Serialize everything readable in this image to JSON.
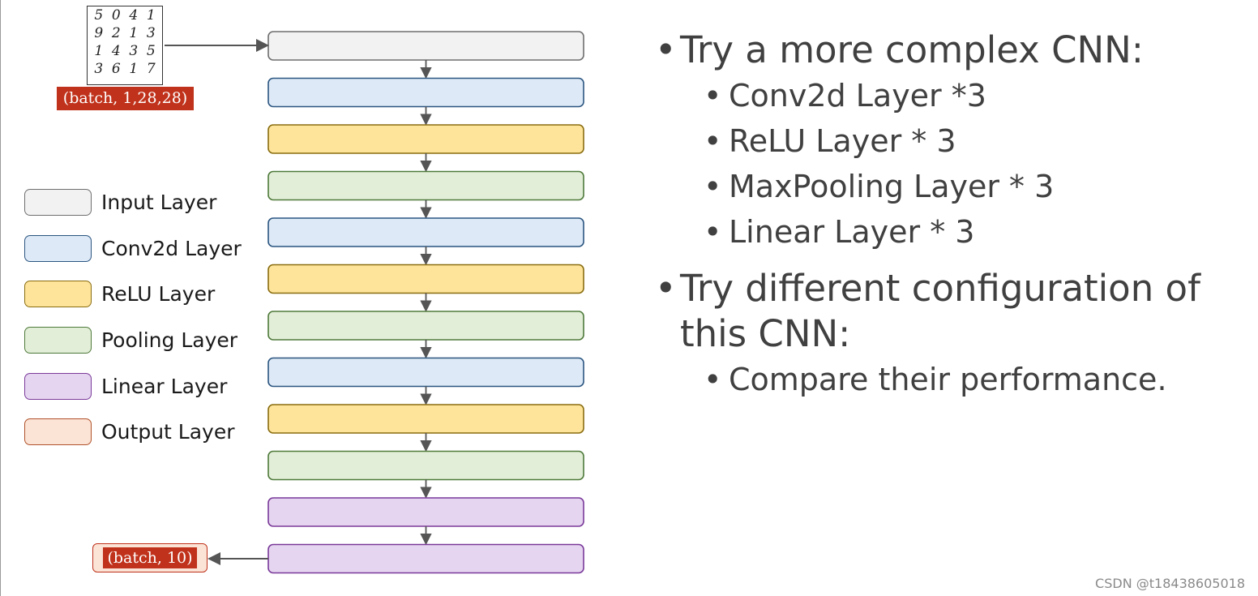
{
  "input_tag": "(batch, 1,28,28)",
  "output_tag": "(batch, 10)",
  "mnist_digits": [
    [
      "5",
      "0",
      "4",
      "1"
    ],
    [
      "9",
      "2",
      "1",
      "3"
    ],
    [
      "1",
      "4",
      "3",
      "5"
    ],
    [
      "3",
      "6",
      "1",
      "7"
    ]
  ],
  "colors": {
    "input": {
      "fill": "#f2f2f2",
      "stroke": "#6e6e6e"
    },
    "conv": {
      "fill": "#dde9f6",
      "stroke": "#2b5580"
    },
    "relu": {
      "fill": "#fde49a",
      "stroke": "#8a6d10"
    },
    "pool": {
      "fill": "#e2eed8",
      "stroke": "#4f7a3a"
    },
    "linear": {
      "fill": "#e6d5f0",
      "stroke": "#7a3a9a"
    },
    "output": {
      "fill": "#fbe3d6",
      "stroke": "#b0522a"
    },
    "tag": "#c0321b",
    "bullet_text": "#404040"
  },
  "layer_stack": [
    "input",
    "conv",
    "relu",
    "pool",
    "conv",
    "relu",
    "pool",
    "conv",
    "relu",
    "pool",
    "linear",
    "linear"
  ],
  "legend": [
    {
      "key": "input",
      "label": "Input Layer"
    },
    {
      "key": "conv",
      "label": "Conv2d Layer"
    },
    {
      "key": "relu",
      "label": "ReLU Layer"
    },
    {
      "key": "pool",
      "label": "Pooling Layer"
    },
    {
      "key": "linear",
      "label": "Linear Layer"
    },
    {
      "key": "output",
      "label": "Output Layer"
    }
  ],
  "bullets": [
    {
      "text": "Try a more complex CNN:",
      "sub": [
        "Conv2d Layer *3",
        "ReLU Layer * 3",
        "MaxPooling Layer * 3",
        "Linear Layer * 3"
      ]
    },
    {
      "text": "Try different configuration of",
      "text2": "this CNN:",
      "sub": [
        "Compare their performance."
      ]
    }
  ],
  "watermark": "CSDN @t18438605018"
}
